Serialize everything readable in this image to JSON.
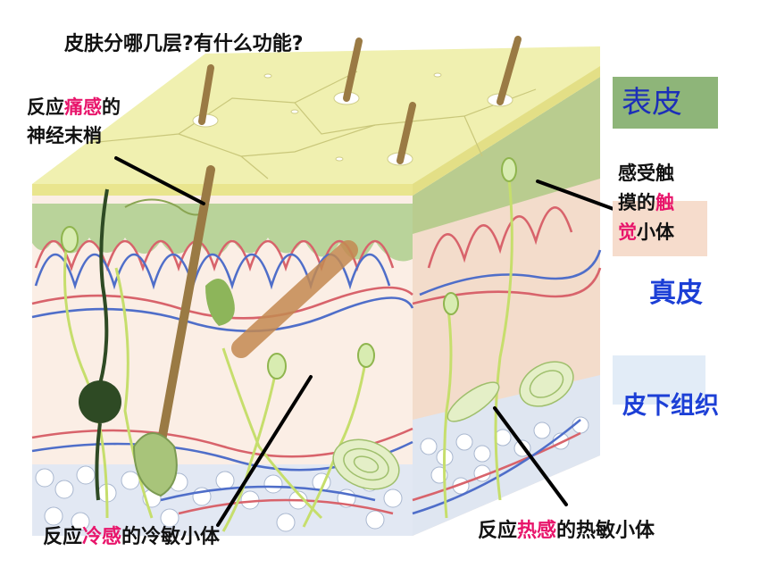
{
  "title": "皮肤分哪几层?有什么功能?",
  "labels": {
    "epidermis": "表皮",
    "dermis": "真皮",
    "subcutaneous": "皮下组织"
  },
  "annotations": {
    "pain": {
      "pre": "反应",
      "highlight": "痛感",
      "post": "的",
      "line2": "神经末梢"
    },
    "touch": {
      "line1": "感受触",
      "line2_pre": "摸的",
      "line2_highlight": "触",
      "line3_highlight": "觉",
      "line3_post": "小体"
    },
    "cold": {
      "pre": "反应",
      "highlight": "冷感",
      "post": "的冷敏小体"
    },
    "heat": {
      "pre": "反应",
      "highlight": "热感",
      "post": "的热敏小体"
    }
  },
  "colors": {
    "highlight": "#e8156b",
    "label_blue": "#1c3fd6",
    "epidermis_box": "#8eb579",
    "touch_box": "#f6dccc",
    "subcutaneous_box": "#e2ecf7"
  }
}
